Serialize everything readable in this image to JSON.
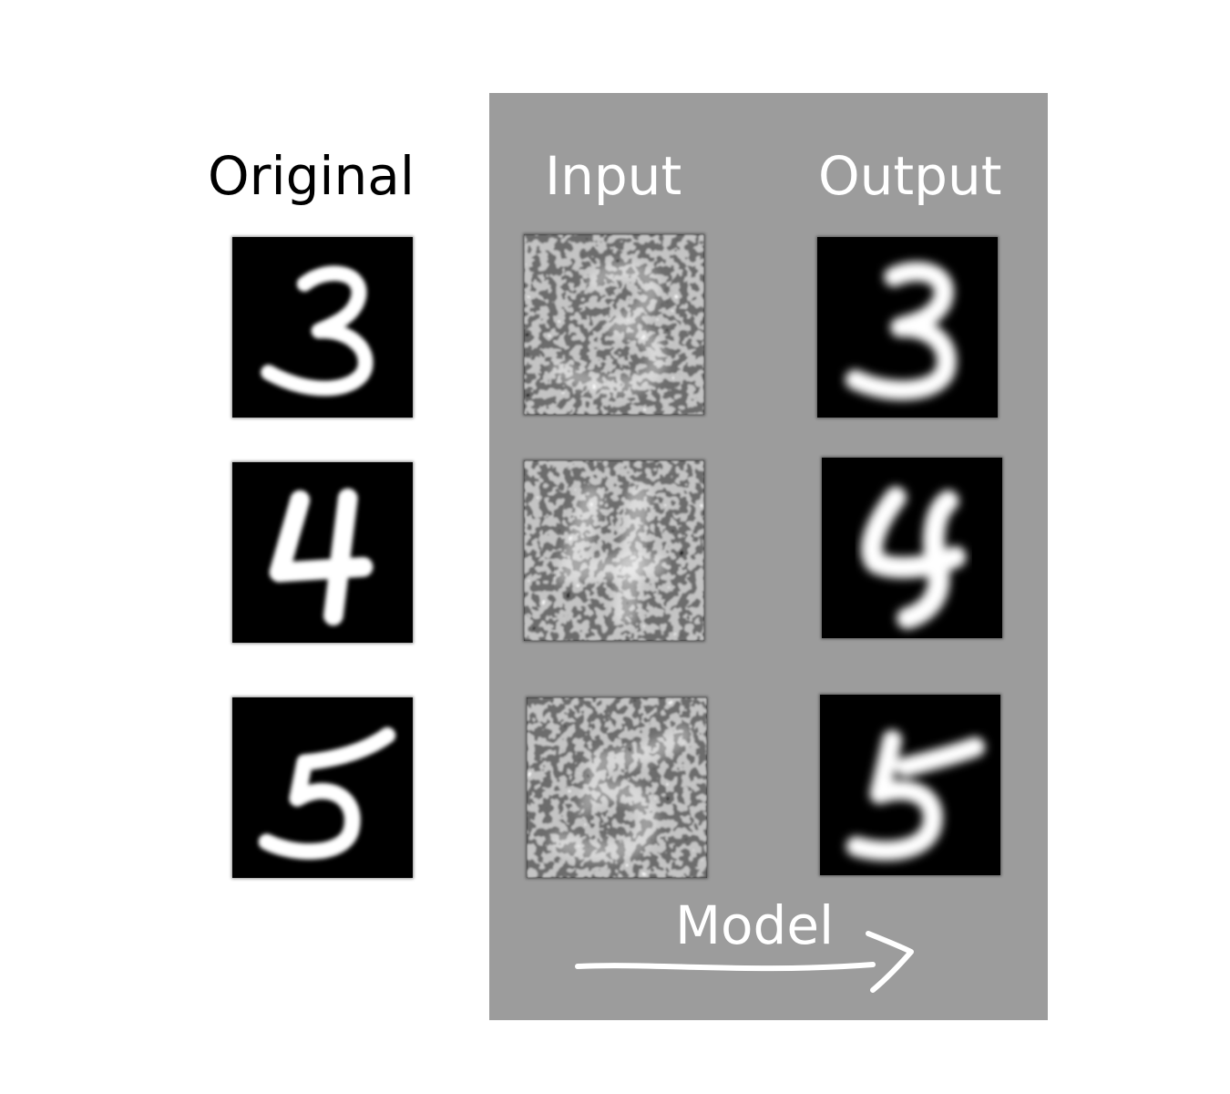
{
  "columns": {
    "original": "Original",
    "input": "Input",
    "output": "Output"
  },
  "model_label": "Model",
  "digits": [
    "3",
    "4",
    "5"
  ],
  "colors": {
    "panel": "#9c9c9c",
    "tile": "#000000",
    "stroke": "#ffffff"
  }
}
